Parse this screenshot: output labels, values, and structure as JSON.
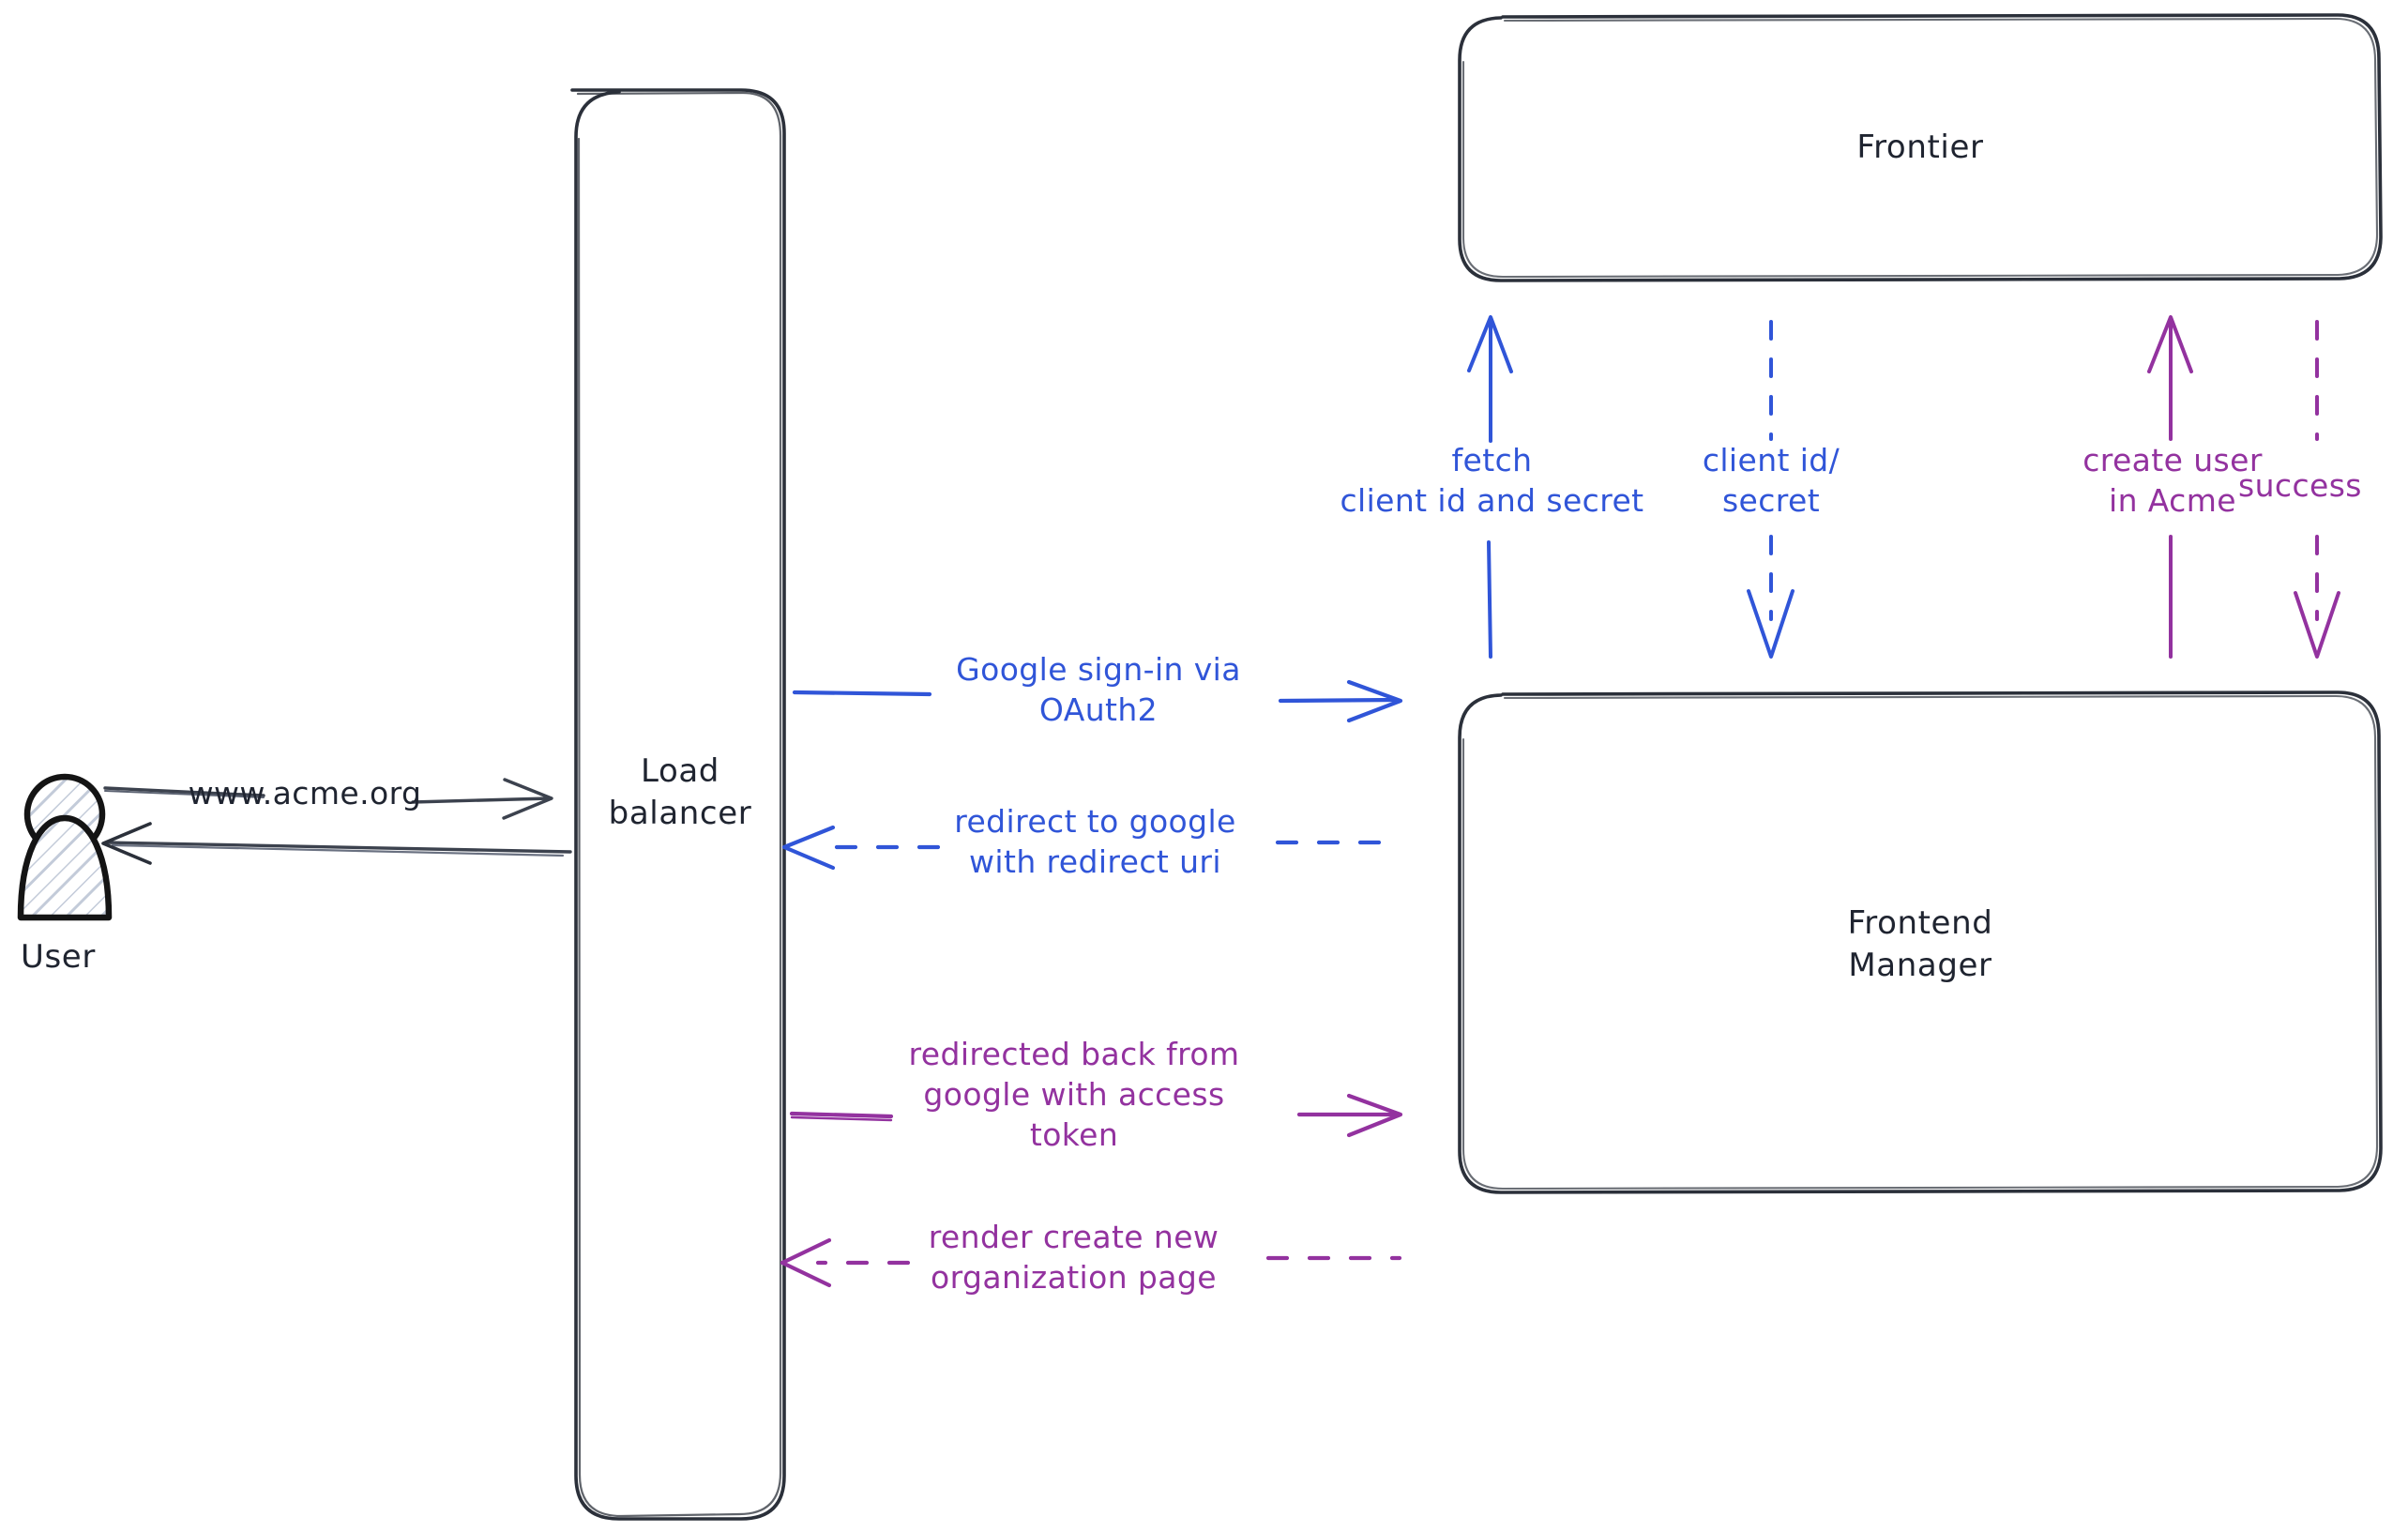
{
  "diagram": {
    "title": "Acme Google OAuth2 sign-in flow",
    "background": "#ffffff",
    "colors": {
      "stroke_dark": "#2b303a",
      "blue": "#3055d8",
      "purple": "#93329f",
      "actor_outline": "#141414",
      "actor_hatch": "#c3cbd9"
    }
  },
  "actors": {
    "user": {
      "label": "User",
      "icon": "user-figure-icon"
    }
  },
  "nodes": [
    {
      "id": "load-balancer",
      "label": "Load\nbalancer",
      "shape": "rounded-rect-tall"
    },
    {
      "id": "frontier",
      "label": "Frontier",
      "shape": "rounded-rect"
    },
    {
      "id": "frontend-manager",
      "label": "Frontend\nManager",
      "shape": "rounded-rect"
    }
  ],
  "edges": [
    {
      "id": "user-to-lb",
      "label": "www.acme.org",
      "color": "#2b303a",
      "style": "solid",
      "direction": "right",
      "from": "user",
      "to": "load-balancer"
    },
    {
      "id": "lb-to-user",
      "label": "",
      "color": "#2b303a",
      "style": "solid",
      "direction": "left",
      "from": "load-balancer",
      "to": "user"
    },
    {
      "id": "frontier-fetch",
      "label": "fetch\nclient id and secret",
      "color": "#3055d8",
      "style": "solid",
      "direction": "up",
      "from": "frontend-manager",
      "to": "frontier"
    },
    {
      "id": "frontier-client-secret",
      "label": "client id/\nsecret",
      "color": "#3055d8",
      "style": "dashed",
      "direction": "down",
      "from": "frontier",
      "to": "frontend-manager"
    },
    {
      "id": "frontier-create-user",
      "label": "create user\nin Acme",
      "color": "#93329f",
      "style": "solid",
      "direction": "up",
      "from": "frontend-manager",
      "to": "frontier"
    },
    {
      "id": "frontier-success",
      "label": "success",
      "color": "#93329f",
      "style": "dashed",
      "direction": "down",
      "from": "frontier",
      "to": "frontend-manager"
    },
    {
      "id": "google-signin",
      "label": "Google sign-in via\nOAuth2",
      "color": "#3055d8",
      "style": "solid",
      "direction": "right",
      "from": "load-balancer",
      "to": "frontend-manager"
    },
    {
      "id": "redirect-to-google",
      "label": "redirect to google\nwith redirect uri",
      "color": "#3055d8",
      "style": "dashed",
      "direction": "left",
      "from": "frontend-manager",
      "to": "load-balancer"
    },
    {
      "id": "redirected-back",
      "label": "redirected back from\ngoogle with access\ntoken",
      "color": "#93329f",
      "style": "solid",
      "direction": "right",
      "from": "load-balancer",
      "to": "frontend-manager"
    },
    {
      "id": "render-create-org",
      "label": "render create new\norganization page",
      "color": "#93329f",
      "style": "dashed",
      "direction": "left",
      "from": "frontend-manager",
      "to": "load-balancer"
    }
  ]
}
